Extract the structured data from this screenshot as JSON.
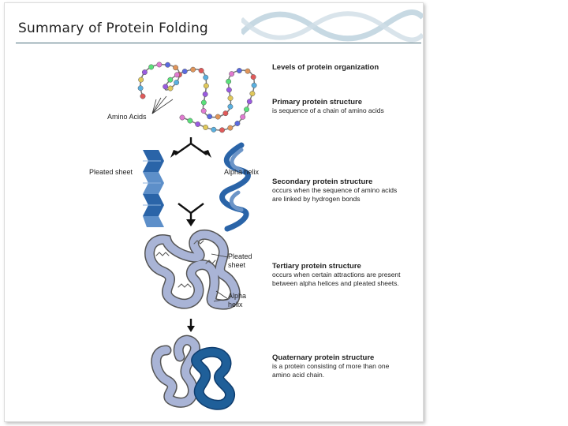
{
  "slide": {
    "title": "Summary of Protein Folding"
  },
  "labels": {
    "amino_acids": "Amino Acids",
    "pleated_sheet": "Pleated sheet",
    "alpha_helix": "Alpha helix",
    "tertiary_sheet_1": "Pleated",
    "tertiary_sheet_2": "sheet",
    "tertiary_helix_1": "Alpha",
    "tertiary_helix_2": "helix"
  },
  "levels": {
    "heading": "Levels of protein organization",
    "primary": {
      "title": "Primary protein structure",
      "line1": "is sequence of a chain of amino acids"
    },
    "secondary": {
      "title": "Secondary protein structure",
      "line1": "occurs when the sequence of amino acids",
      "line2": "are linked by hydrogen bonds"
    },
    "tertiary": {
      "title": "Tertiary protein structure",
      "line1": "occurs when certain attractions are present",
      "line2": "between alpha helices and pleated sheets."
    },
    "quaternary": {
      "title": "Quaternary protein structure",
      "line1": "is a protein consisting of more than one",
      "line2": "amino acid chain."
    }
  },
  "colors": {
    "accent": "#4a6f7b",
    "blue_dark": "#1f5f99",
    "blue_light": "#a9b4d6"
  }
}
